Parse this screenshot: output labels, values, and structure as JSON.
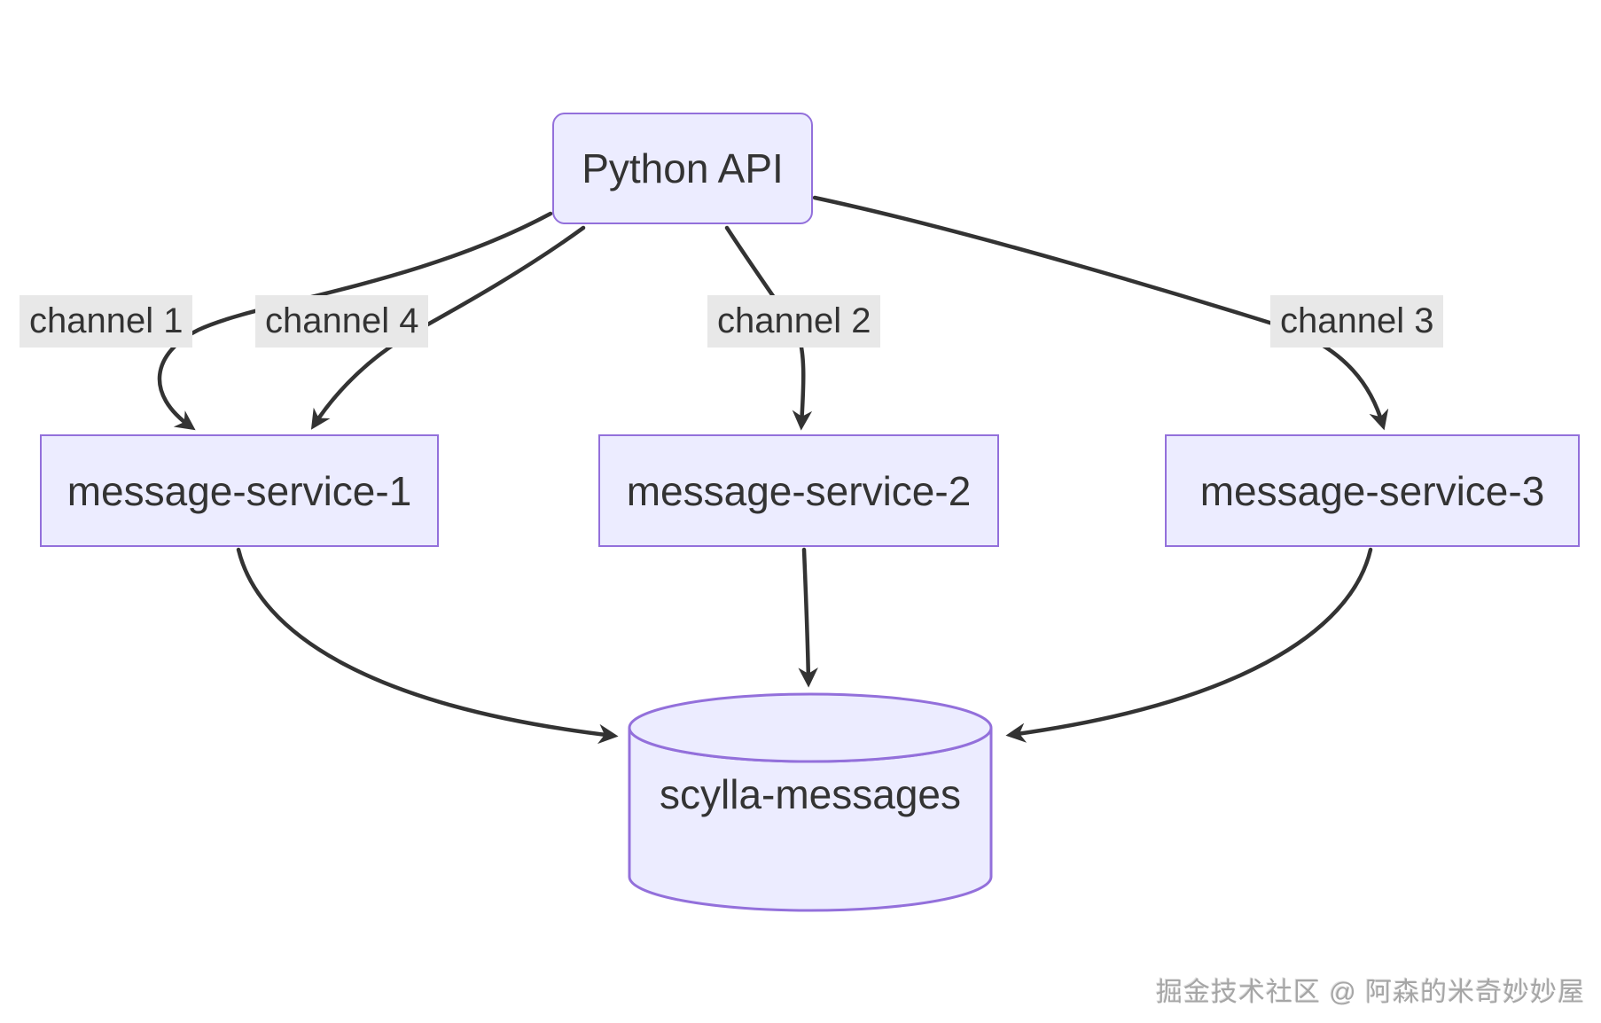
{
  "diagram": {
    "type": "flowchart",
    "nodes": [
      {
        "id": "python_api",
        "label": "Python API",
        "shape": "rounded-rect"
      },
      {
        "id": "service1",
        "label": "message-service-1",
        "shape": "rect"
      },
      {
        "id": "service2",
        "label": "message-service-2",
        "shape": "rect"
      },
      {
        "id": "service3",
        "label": "message-service-3",
        "shape": "rect"
      },
      {
        "id": "database",
        "label": "scylla-messages",
        "shape": "cylinder"
      }
    ],
    "edges": [
      {
        "from": "python_api",
        "to": "service1",
        "label": "channel 1"
      },
      {
        "from": "python_api",
        "to": "service1",
        "label": "channel 4"
      },
      {
        "from": "python_api",
        "to": "service2",
        "label": "channel 2"
      },
      {
        "from": "python_api",
        "to": "service3",
        "label": "channel 3"
      },
      {
        "from": "service1",
        "to": "database",
        "label": ""
      },
      {
        "from": "service2",
        "to": "database",
        "label": ""
      },
      {
        "from": "service3",
        "to": "database",
        "label": ""
      }
    ],
    "colors": {
      "node_fill": "#ECECFF",
      "node_border": "#9370DB",
      "edge_color": "#333333",
      "edge_label_bg": "#e8e8e8",
      "text_color": "#333333"
    }
  },
  "watermark": {
    "text": "掘金技术社区 @ 阿森的米奇妙妙屋"
  }
}
